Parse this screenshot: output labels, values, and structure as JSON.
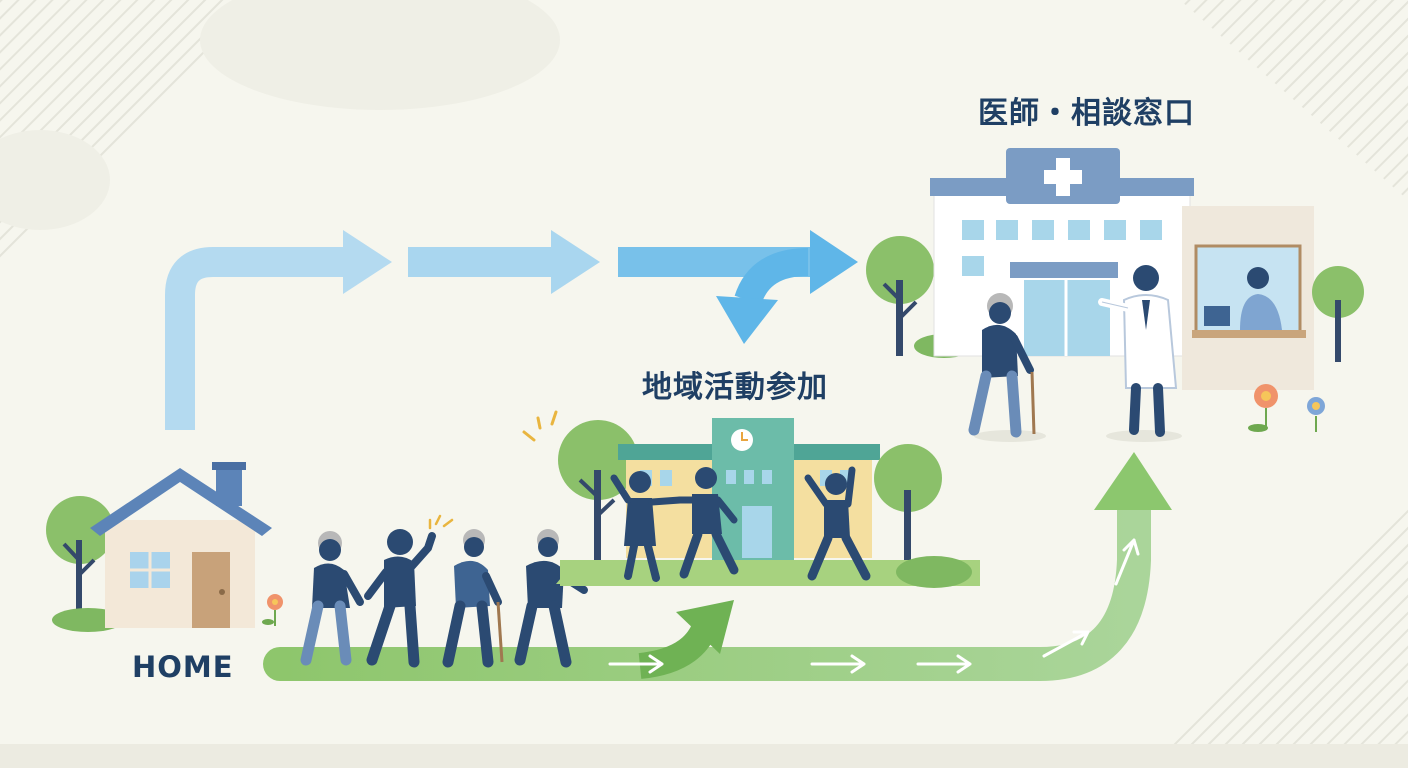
{
  "labels": {
    "clinic": "医師・相談窓口",
    "community": "地域活動参加",
    "home": "HOME"
  },
  "colors": {
    "background": "#f6f6ee",
    "label_text": "#1f3f64",
    "blue_arrow_light": "#a8d4ec",
    "blue_arrow_strong": "#5db7e6",
    "green_path": "#8cc76e",
    "people": "#2b4a72",
    "hospital_roof": "#7b9cc4",
    "community_roof": "#4fa596",
    "tree": "#8bc06a"
  },
  "icons": [
    "house-icon",
    "hospital-icon",
    "community-center-icon",
    "doctor-icon",
    "receptionist-icon",
    "tree-icon",
    "flower-icon",
    "elderly-walker-icon",
    "cane-icon",
    "clock-icon"
  ]
}
